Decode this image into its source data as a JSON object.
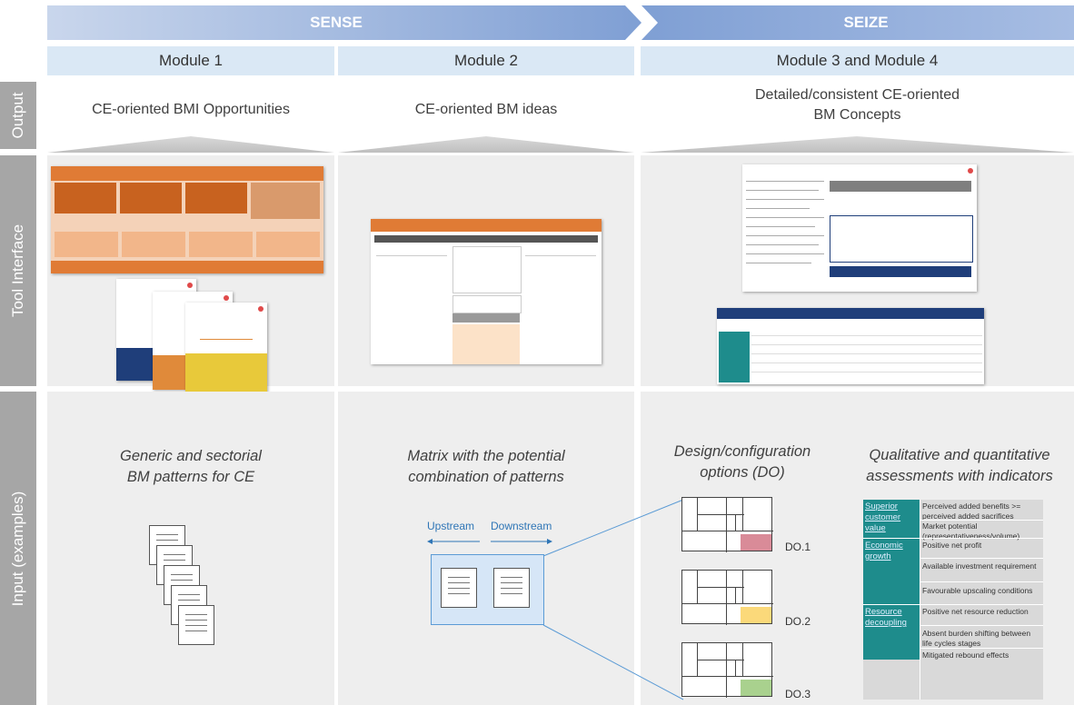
{
  "header": {
    "sense": "SENSE",
    "seize": "SEIZE"
  },
  "modules": [
    "Module 1",
    "Module 2",
    "Module 3 and Module 4"
  ],
  "rows": {
    "output": "Output",
    "tool": "Tool Interface",
    "input": "Input (examples)"
  },
  "outputs": {
    "col1": "CE-oriented BMI Opportunities",
    "col2": "CE-oriented BM ideas",
    "col3_line1": "Detailed/consistent CE-oriented",
    "col3_line2": "BM Concepts"
  },
  "inputs": {
    "col1_line1": "Generic and sectorial",
    "col1_line2": "BM patterns for CE",
    "col2_line1": "Matrix with the potential",
    "col2_line2": "combination of patterns",
    "col3a_line1": "Design/configuration",
    "col3a_line2": "options (DO)",
    "col3b_line1": "Qualitative and quantitative",
    "col3b_line2": "assessments with indicators"
  },
  "matrix": {
    "upstream": "Upstream",
    "downstream": "Downstream"
  },
  "design_options": [
    "DO.1",
    "DO.2",
    "DO.3"
  ],
  "assessment_table": [
    {
      "category": "Superior customer value",
      "indicators": [
        "Perceived added benefits >= perceived added sacrifices",
        "Market potential (representativeness/volume)"
      ]
    },
    {
      "category": "Economic growth",
      "indicators": [
        "Positive net profit",
        "Available investment requirement",
        "Favourable upscaling conditions"
      ]
    },
    {
      "category": "Resource decoupling",
      "indicators": [
        "Positive net resource reduction",
        "Absent burden shifting between life cycles stages",
        "Mitigated rebound effects"
      ]
    }
  ],
  "colors": {
    "sense_arrow": "#8faadc",
    "seize_arrow": "#8faadc",
    "module_bg": "#dae8f5",
    "panel_bg": "#eeeeee",
    "row_label_bg": "#a6a6a6",
    "do1_fill": "#d98b98",
    "do2_fill": "#fbd97a",
    "do3_fill": "#a9d18e",
    "table_category": "#1e8c8c",
    "table_cell": "#d9d9d9",
    "matrix_highlight": "#d6e6f7"
  }
}
